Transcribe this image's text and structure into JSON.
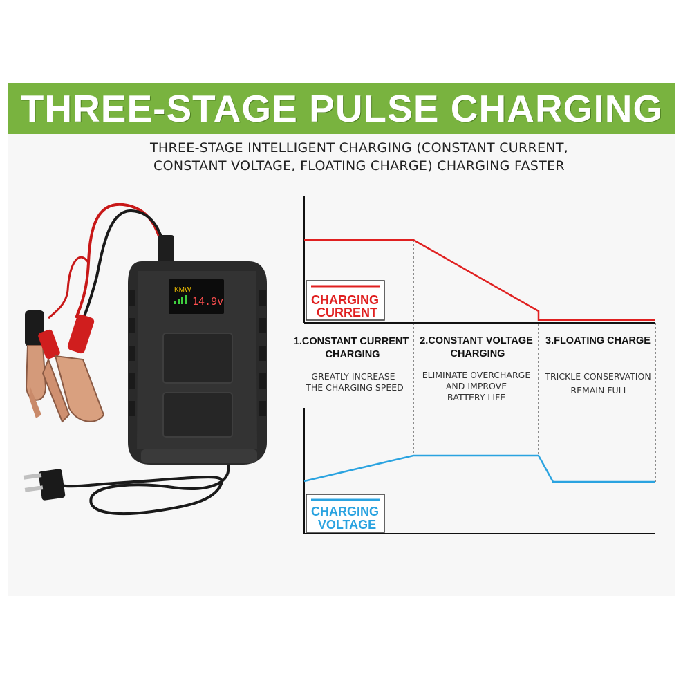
{
  "banner": {
    "title": "THREE-STAGE PULSE CHARGING",
    "color": "#79b33f"
  },
  "subtitle": {
    "line1": "THREE-STAGE INTELLIGENT CHARGING (CONSTANT CURRENT,",
    "line2": "CONSTANT VOLTAGE, FLOATING CHARGE) CHARGING FASTER"
  },
  "product": {
    "display_brand": "KMW",
    "display_reading": "14.9v",
    "icons": [
      "charger-body-icon",
      "red-battery-clamp-icon",
      "black-battery-clamp-icon",
      "ac-plug-icon"
    ]
  },
  "diagram": {
    "current_label": {
      "line1": "CHARGING",
      "line2": "CURRENT",
      "color": "#e02020"
    },
    "voltage_label": {
      "line1": "CHARGING",
      "line2": "VOLTAGE",
      "color": "#2aa3e0"
    },
    "stages": [
      {
        "title_line1": "1.CONSTANT CURRENT",
        "title_line2": "CHARGING",
        "desc_line1": "GREATLY INCREASE",
        "desc_line2": "THE CHARGING SPEED",
        "desc_line3": ""
      },
      {
        "title_line1": "2.CONSTANT VOLTAGE",
        "title_line2": "CHARGING",
        "desc_line1": "ELIMINATE OVERCHARGE",
        "desc_line2": "AND IMPROVE",
        "desc_line3": "BATTERY LIFE"
      },
      {
        "title_line1": "3.FLOATING CHARGE",
        "title_line2": "",
        "desc_line1": "TRICKLE CONSERVATION",
        "desc_line2": "REMAIN FULL",
        "desc_line3": ""
      }
    ]
  }
}
